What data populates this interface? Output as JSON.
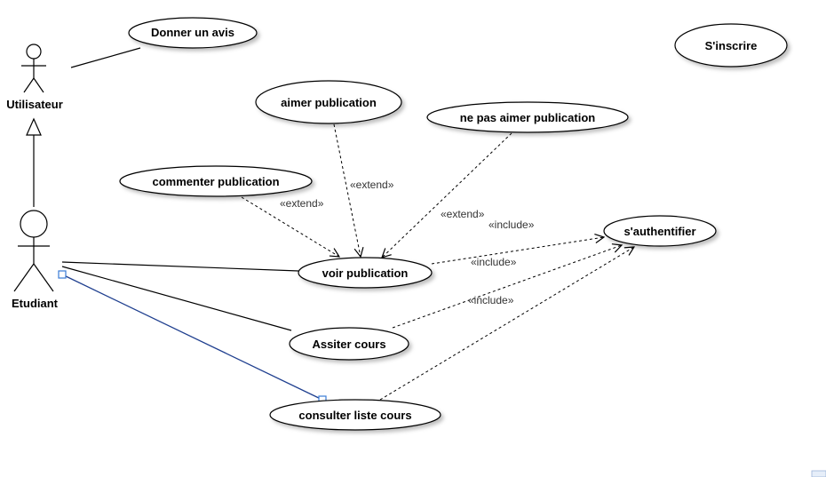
{
  "actors": {
    "utilisateur": "Utilisateur",
    "etudiant": "Etudiant"
  },
  "use_cases": {
    "donner_avis": "Donner un avis",
    "s_inscrire": "S'inscrire",
    "aimer_publication": "aimer publication",
    "ne_pas_aimer": "ne pas aimer publication",
    "commenter": "commenter publication",
    "voir_publication": "voir publication",
    "s_authentifier": "s'authentifier",
    "assister_cours": "Assiter cours",
    "consulter_cours": "consulter liste cours"
  },
  "stereotypes": {
    "extend_aimer": "«extend»",
    "extend_commenter": "«extend»",
    "extend_ne_pas": "«extend»",
    "include_top": "«include»",
    "include_voir": "«include»",
    "include_assister": "«include»"
  },
  "colors": {
    "selected_line": "#1f3f8f",
    "handle": "#3a7bd5"
  }
}
